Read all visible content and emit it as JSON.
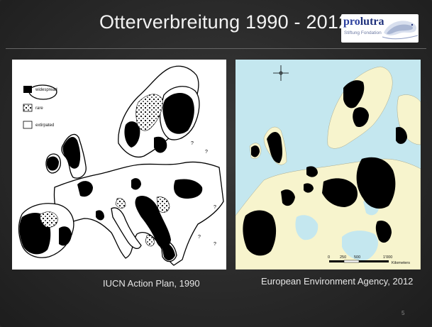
{
  "slide": {
    "title": "Otterverbreitung 1990 - 2012",
    "page_number": "5"
  },
  "logo": {
    "word_pro": "pro",
    "word_lutra": "lutra",
    "subtitle": "Stiftung Fondation"
  },
  "map_1990": {
    "caption": "IUCN Action Plan, 1990",
    "legend": [
      {
        "key": "widespread",
        "label": "widespread"
      },
      {
        "key": "rare",
        "label": "rare"
      },
      {
        "key": "extirpated",
        "label": "extirpated"
      }
    ]
  },
  "map_2012": {
    "caption": "European Environment Agency, 2012",
    "scale_ticks": [
      "0",
      "250",
      "500",
      "1'000"
    ],
    "scale_unit": "Kilometers"
  },
  "colors": {
    "background": "#2a2a2a",
    "title_text": "#f2f2f2",
    "logo_blue": "#2b3f9e",
    "sea_2012": "#c4e7ef",
    "land_2012": "#f7f4cd",
    "presence": "#000000"
  }
}
